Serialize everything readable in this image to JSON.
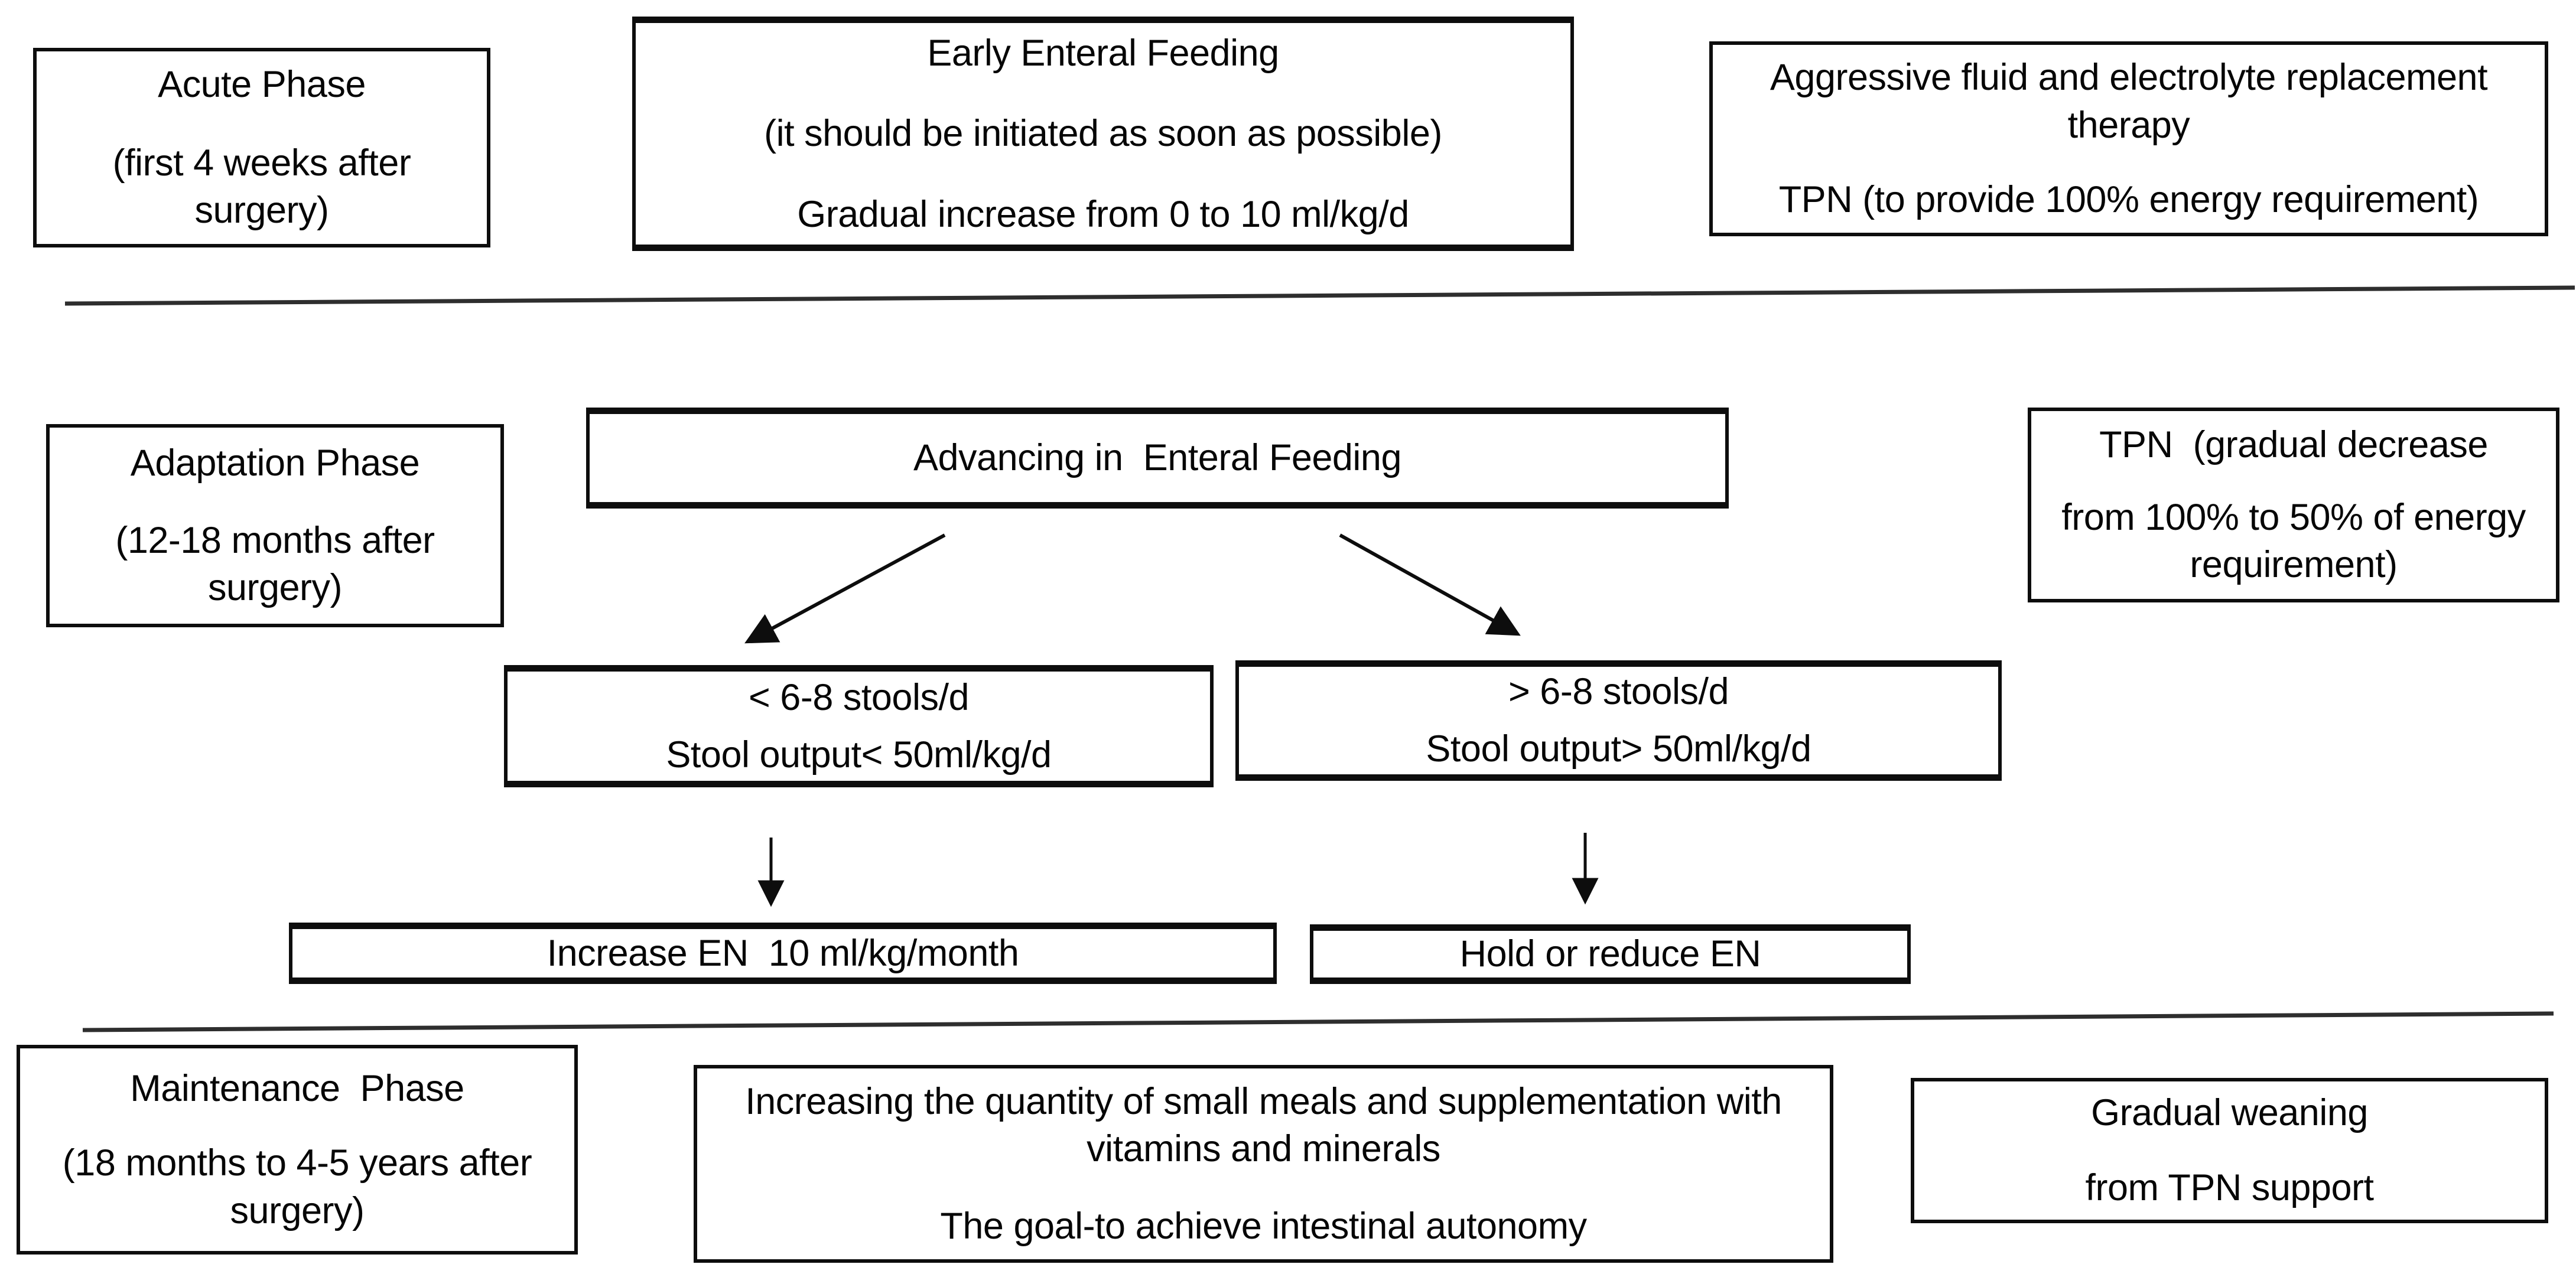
{
  "phases": {
    "acute": {
      "label": "Acute Phase",
      "timing": "(first 4 weeks after surgery)"
    },
    "adaptation": {
      "label": "Adaptation Phase",
      "timing": "(12-18 months after surgery)"
    },
    "maintenance": {
      "label": "Maintenance  Phase",
      "timing": "(18 months to 4-5 years after surgery)"
    }
  },
  "acute_row": {
    "enteral": {
      "title": "Early Enteral Feeding",
      "note": "(it should be initiated as soon as possible)",
      "detail": "Gradual increase from 0 to 10 ml/kg/d"
    },
    "fluids": {
      "line1": "Aggressive fluid and electrolyte replacement therapy",
      "line2": "TPN (to provide 100% energy requirement)"
    }
  },
  "adaptation_row": {
    "advancing": "Advancing in  Enteral Feeding",
    "tpn_decrease": {
      "line1": "TPN  (gradual decrease",
      "line2": "from 100% to 50% of energy requirement)"
    },
    "low_output": {
      "line1": "< 6-8 stools/d",
      "line2": "Stool output< 50ml/kg/d"
    },
    "high_output": {
      "line1": "> 6-8 stools/d",
      "line2": "Stool output> 50ml/kg/d"
    },
    "increase_action": "Increase EN  10 ml/kg/month",
    "hold_action": "Hold or reduce EN"
  },
  "maintenance_row": {
    "meals": {
      "line1": "Increasing the quantity of small meals and supplementation with vitamins and minerals",
      "line2": "The goal-to achieve intestinal autonomy"
    },
    "weaning": {
      "line1": "Gradual weaning",
      "line2": "from TPN support"
    }
  },
  "colors": {
    "text": "#060606",
    "border": "#0d0d0d",
    "divider": "#2e2e2e",
    "background": "#ffffff"
  }
}
